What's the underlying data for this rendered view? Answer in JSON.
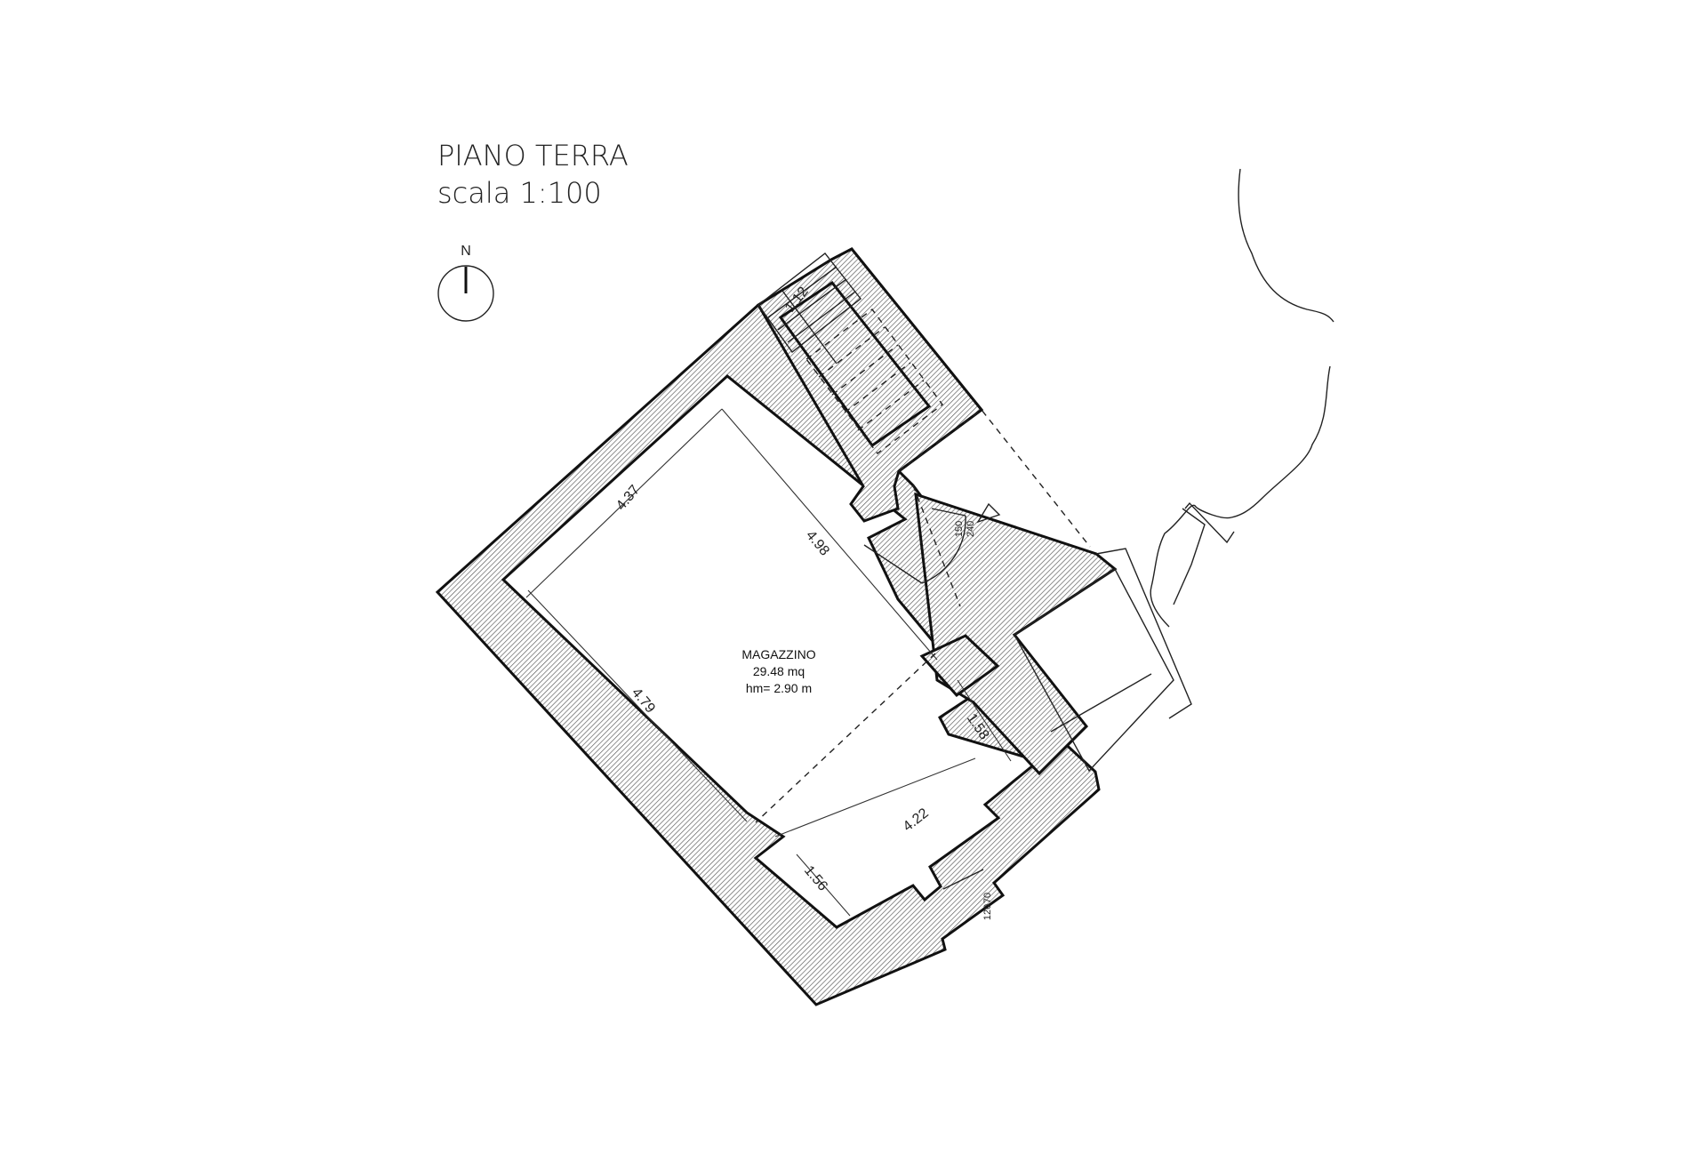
{
  "title": {
    "line1": "PIANO TERRA",
    "line2": "scala 1:100"
  },
  "north": {
    "label": "N"
  },
  "room": {
    "name": "MAGAZZINO",
    "area": "29.48 mq",
    "height": "hm= 2.90 m"
  },
  "dimensions": {
    "d_437": "4.37",
    "d_498": "4.98",
    "d_479": "4.79",
    "d_158": "1.58",
    "d_422": "4.22",
    "d_156": "1.56",
    "d_112": "1.12"
  },
  "openings": {
    "door_top": "150",
    "door_bottom": "240",
    "window_top": "70",
    "window_bottom": "120"
  }
}
